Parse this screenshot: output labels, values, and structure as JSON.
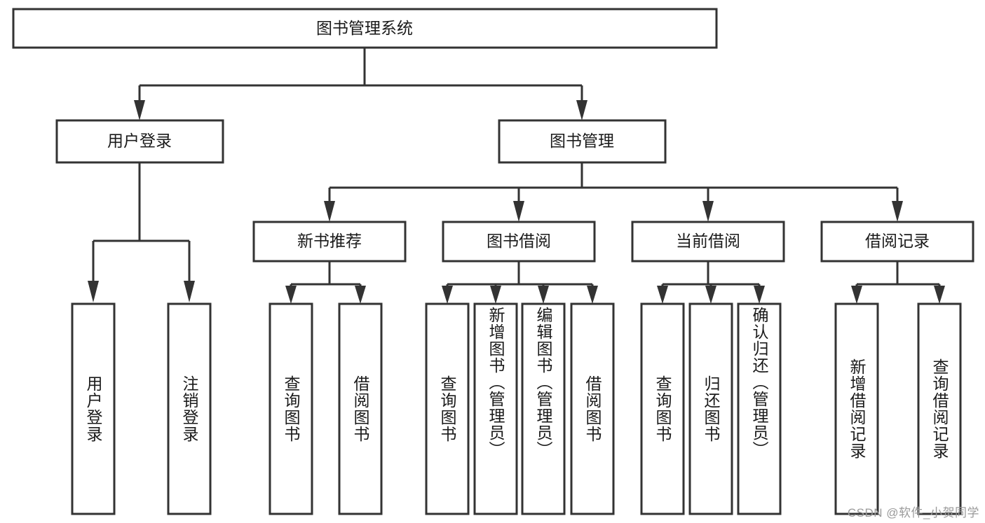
{
  "diagram": {
    "type": "tree-hierarchy",
    "title_node": {
      "id": "root",
      "label": "图书管理系统"
    },
    "level2": [
      {
        "id": "user-login",
        "label": "用户登录"
      },
      {
        "id": "book-management",
        "label": "图书管理"
      }
    ],
    "level3": [
      {
        "id": "new-book-recommend",
        "label": "新书推荐",
        "parent": "book-management"
      },
      {
        "id": "book-borrow",
        "label": "图书借阅",
        "parent": "book-management"
      },
      {
        "id": "current-borrow",
        "label": "当前借阅",
        "parent": "book-management"
      },
      {
        "id": "borrow-record",
        "label": "借阅记录",
        "parent": "book-management"
      }
    ],
    "leaves": [
      {
        "id": "leaf-user-login",
        "label": "用户登录",
        "parent": "user-login",
        "align": "center"
      },
      {
        "id": "leaf-logout-login",
        "label": "注销登录",
        "parent": "user-login",
        "align": "center"
      },
      {
        "id": "leaf-query-book-1",
        "label": "查询图书",
        "parent": "new-book-recommend",
        "align": "center"
      },
      {
        "id": "leaf-borrow-book-1",
        "label": "借阅图书",
        "parent": "new-book-recommend",
        "align": "center"
      },
      {
        "id": "leaf-query-book-2",
        "label": "查询图书",
        "parent": "book-borrow",
        "align": "center"
      },
      {
        "id": "leaf-add-book-admin",
        "label": "新增图书（管理员）",
        "parent": "book-borrow",
        "align": "top"
      },
      {
        "id": "leaf-edit-book-admin",
        "label": "编辑图书（管理员）",
        "parent": "book-borrow",
        "align": "top"
      },
      {
        "id": "leaf-borrow-book-2",
        "label": "借阅图书",
        "parent": "book-borrow",
        "align": "center"
      },
      {
        "id": "leaf-query-book-3",
        "label": "查询图书",
        "parent": "current-borrow",
        "align": "center"
      },
      {
        "id": "leaf-return-book",
        "label": "归还图书",
        "parent": "current-borrow",
        "align": "center"
      },
      {
        "id": "leaf-confirm-return-admin",
        "label": "确认归还（管理员）",
        "parent": "current-borrow",
        "align": "top"
      },
      {
        "id": "leaf-add-borrow-record",
        "label": "新增借阅记录",
        "parent": "borrow-record",
        "align": "center"
      },
      {
        "id": "leaf-query-borrow-record",
        "label": "查询借阅记录",
        "parent": "borrow-record",
        "align": "center"
      }
    ],
    "colors": {
      "stroke": "#333333",
      "box_fill": "#ffffff",
      "text": "#1a1a1a",
      "background": "#ffffff",
      "watermark": "#9a9a9a"
    }
  },
  "watermark": {
    "text": "CSDN @软件_小贺同学"
  }
}
